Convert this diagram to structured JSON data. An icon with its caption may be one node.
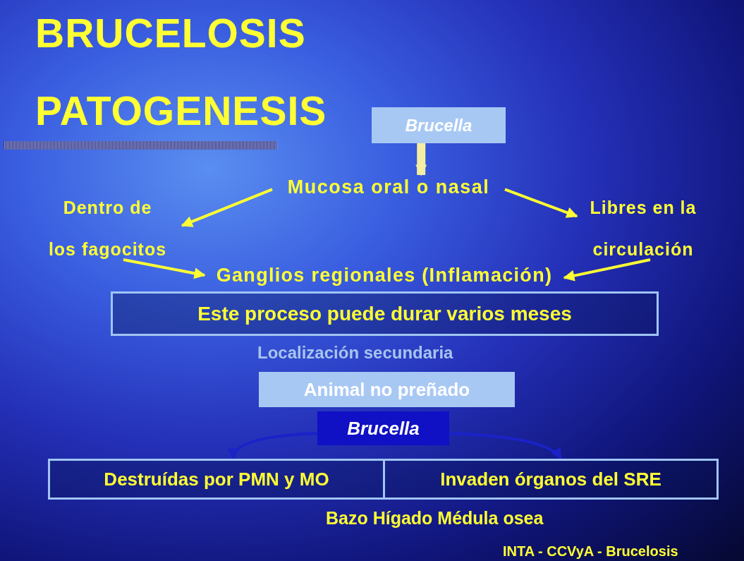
{
  "diagram": {
    "title": "BRUCELOSIS PATOGENESIS",
    "nodes": [
      {
        "text": [
          "Brucella"
        ]
      },
      {
        "text": [
          "Mucosa oral o nasal"
        ]
      },
      {
        "text": [
          "Dentro de",
          "los fagocitos"
        ]
      },
      {
        "text": [
          "Libres en la",
          "circulación"
        ]
      },
      {
        "text": [
          "Ganglios regionales (Inflamación)"
        ]
      },
      {
        "text": [
          "Este proceso puede durar varios meses"
        ]
      },
      {
        "text": [
          "Animal no preñado"
        ]
      },
      {
        "text": [
          "Brucella"
        ]
      },
      {
        "text": [
          "Destruídas por PMN y MO"
        ]
      },
      {
        "text": [
          "Invaden órganos del SRE"
        ]
      }
    ],
    "edges": [
      {
        "from": 0,
        "to": 1,
        "arrow": "to",
        "style": "thick",
        "color": "#f5eea0"
      },
      {
        "from": 1,
        "to": 2,
        "arrow": "to"
      },
      {
        "from": 1,
        "to": 3,
        "arrow": "to"
      },
      {
        "from": 2,
        "to": 4,
        "arrow": "to"
      },
      {
        "from": 3,
        "to": 4,
        "arrow": "to"
      },
      {
        "from": 7,
        "to": 8,
        "arrow": "to",
        "color": "#1a22c8"
      },
      {
        "from": 7,
        "to": 9,
        "arrow": "to",
        "color": "#1a22c8"
      }
    ],
    "labels": [
      "Localización secundaria",
      "Bazo Hígado Médula osea",
      "INTA - CCVyA - Brucelosis"
    ]
  }
}
